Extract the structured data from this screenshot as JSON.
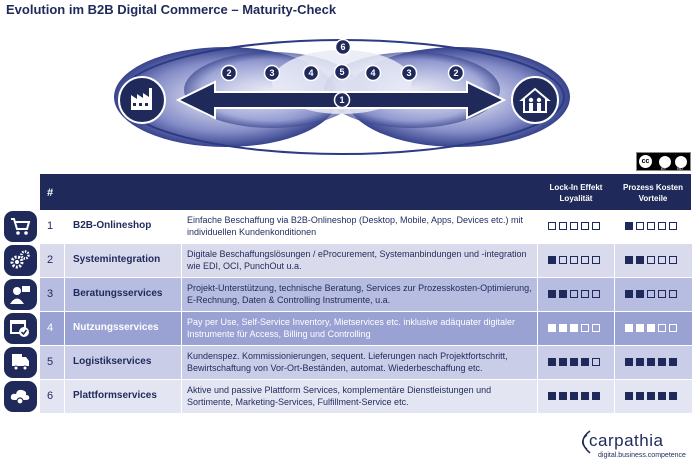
{
  "title": "Evolution im B2B Digital Commerce – Maturity-Check",
  "diagram": {
    "numbers": [
      "6",
      "2",
      "3",
      "4",
      "5",
      "4",
      "3",
      "2",
      "1"
    ]
  },
  "table": {
    "header": {
      "num": "#",
      "col1": "Lock-In Effekt Loyalität",
      "col2": "Prozess Kosten Vorteile"
    },
    "rows": [
      {
        "num": "1",
        "name": "B2B-Onlineshop",
        "desc": "Einfache Beschaffung via B2B-Onlineshop (Desktop, Mobile, Apps, Devices etc.) mit individuellen Kundenkonditionen",
        "icon": "cart-icon",
        "lockin": 0,
        "prozess": 1
      },
      {
        "num": "2",
        "name": "Systemintegration",
        "desc": "Digitale Beschaffungslösungen / eProcurement, Systemanbindungen und -integration wie EDI, OCI, PunchOut u.a.",
        "icon": "gears-icon",
        "lockin": 1,
        "prozess": 2
      },
      {
        "num": "3",
        "name": "Beratungsservices",
        "desc": "Projekt-Unterstützung, technische Beratung, Services zur Prozesskosten-Optimierung, E-Rechnung, Daten & Controlling Instrumente, u.a.",
        "icon": "consultant-icon",
        "lockin": 2,
        "prozess": 2
      },
      {
        "num": "4",
        "name": "Nutzungsservices",
        "desc": "Pay per Use, Self-Service Inventory, Mietservices etc. inklusive adäquater digitaler Instrumente für Access, Billing und Controlling",
        "icon": "calendar-check-icon",
        "lockin": 3,
        "prozess": 3
      },
      {
        "num": "5",
        "name": "Logistikservices",
        "desc": "Kundenspez. Kommissionierungen, sequent. Lieferungen nach Projektfortschritt, Bewirtschaftung von Vor-Ort-Beständen, automat. Wiederbeschaffung etc.",
        "icon": "truck-icon",
        "lockin": 4,
        "prozess": 5
      },
      {
        "num": "6",
        "name": "Plattformservices",
        "desc": "Aktive und passive Plattform Services, komplementäre Dienstleistungen und Sortimente, Marketing-Services, Fulfillment-Service etc.",
        "icon": "cloud-icon",
        "lockin": 5,
        "prozess": 5
      }
    ]
  },
  "license": {
    "cc": "cc",
    "by": "BY",
    "nd": "ND"
  },
  "logo": {
    "word": "carpathia",
    "tagline": "digital.business.competence"
  },
  "colors": {
    "navy": "#1f2a5a",
    "row_bg": [
      "#ffffff",
      "#d9dbec",
      "#b7bde0",
      "#9aa1d3",
      "#c9cde8",
      "#e3e5f2"
    ]
  }
}
